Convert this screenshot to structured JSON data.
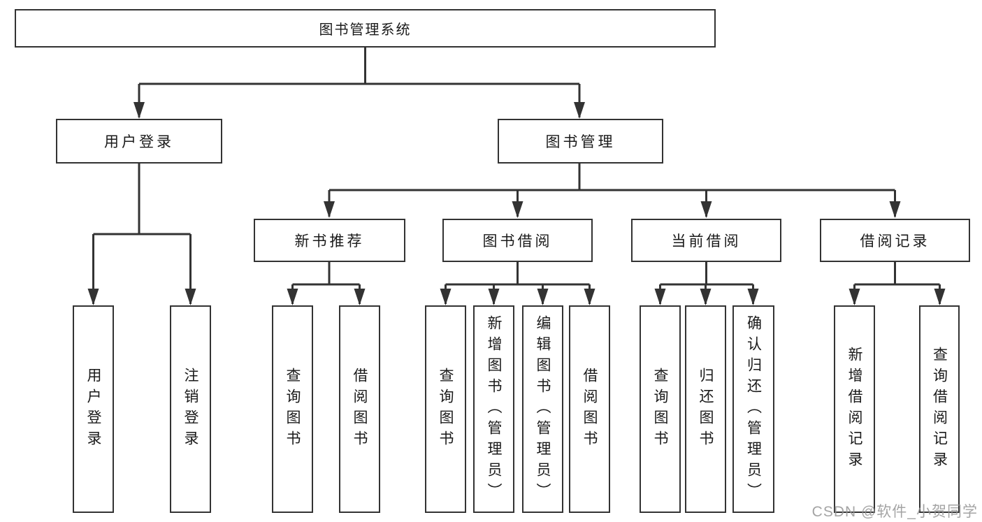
{
  "diagram": {
    "type": "tree",
    "root": {
      "label": "图书管理系统"
    },
    "level2": [
      {
        "label": "用户登录",
        "parent": "图书管理系统"
      },
      {
        "label": "图书管理",
        "parent": "图书管理系统"
      }
    ],
    "level3": [
      {
        "label": "新书推荐",
        "parent": "图书管理"
      },
      {
        "label": "图书借阅",
        "parent": "图书管理"
      },
      {
        "label": "当前借阅",
        "parent": "图书管理"
      },
      {
        "label": "借阅记录",
        "parent": "图书管理"
      }
    ],
    "leaves": [
      {
        "label": "用户登录",
        "parent": "用户登录"
      },
      {
        "label": "注销登录",
        "parent": "用户登录"
      },
      {
        "label": "查询图书",
        "parent": "新书推荐"
      },
      {
        "label": "借阅图书",
        "parent": "新书推荐"
      },
      {
        "label": "查询图书",
        "parent": "图书借阅"
      },
      {
        "label": "新增图书（管理员）",
        "parent": "图书借阅"
      },
      {
        "label": "编辑图书（管理员）",
        "parent": "图书借阅"
      },
      {
        "label": "借阅图书",
        "parent": "图书借阅"
      },
      {
        "label": "查询图书",
        "parent": "当前借阅"
      },
      {
        "label": "归还图书",
        "parent": "当前借阅"
      },
      {
        "label": "确认归还（管理员）",
        "parent": "当前借阅"
      },
      {
        "label": "新增借阅记录",
        "parent": "借阅记录"
      },
      {
        "label": "查询借阅记录",
        "parent": "借阅记录"
      }
    ]
  },
  "watermark": {
    "text": "CSDN @软件_小贺同学"
  },
  "colors": {
    "line": "#333333",
    "box_border": "#333333",
    "text": "#1a1a1a",
    "background": "#ffffff",
    "watermark": "#949494"
  }
}
